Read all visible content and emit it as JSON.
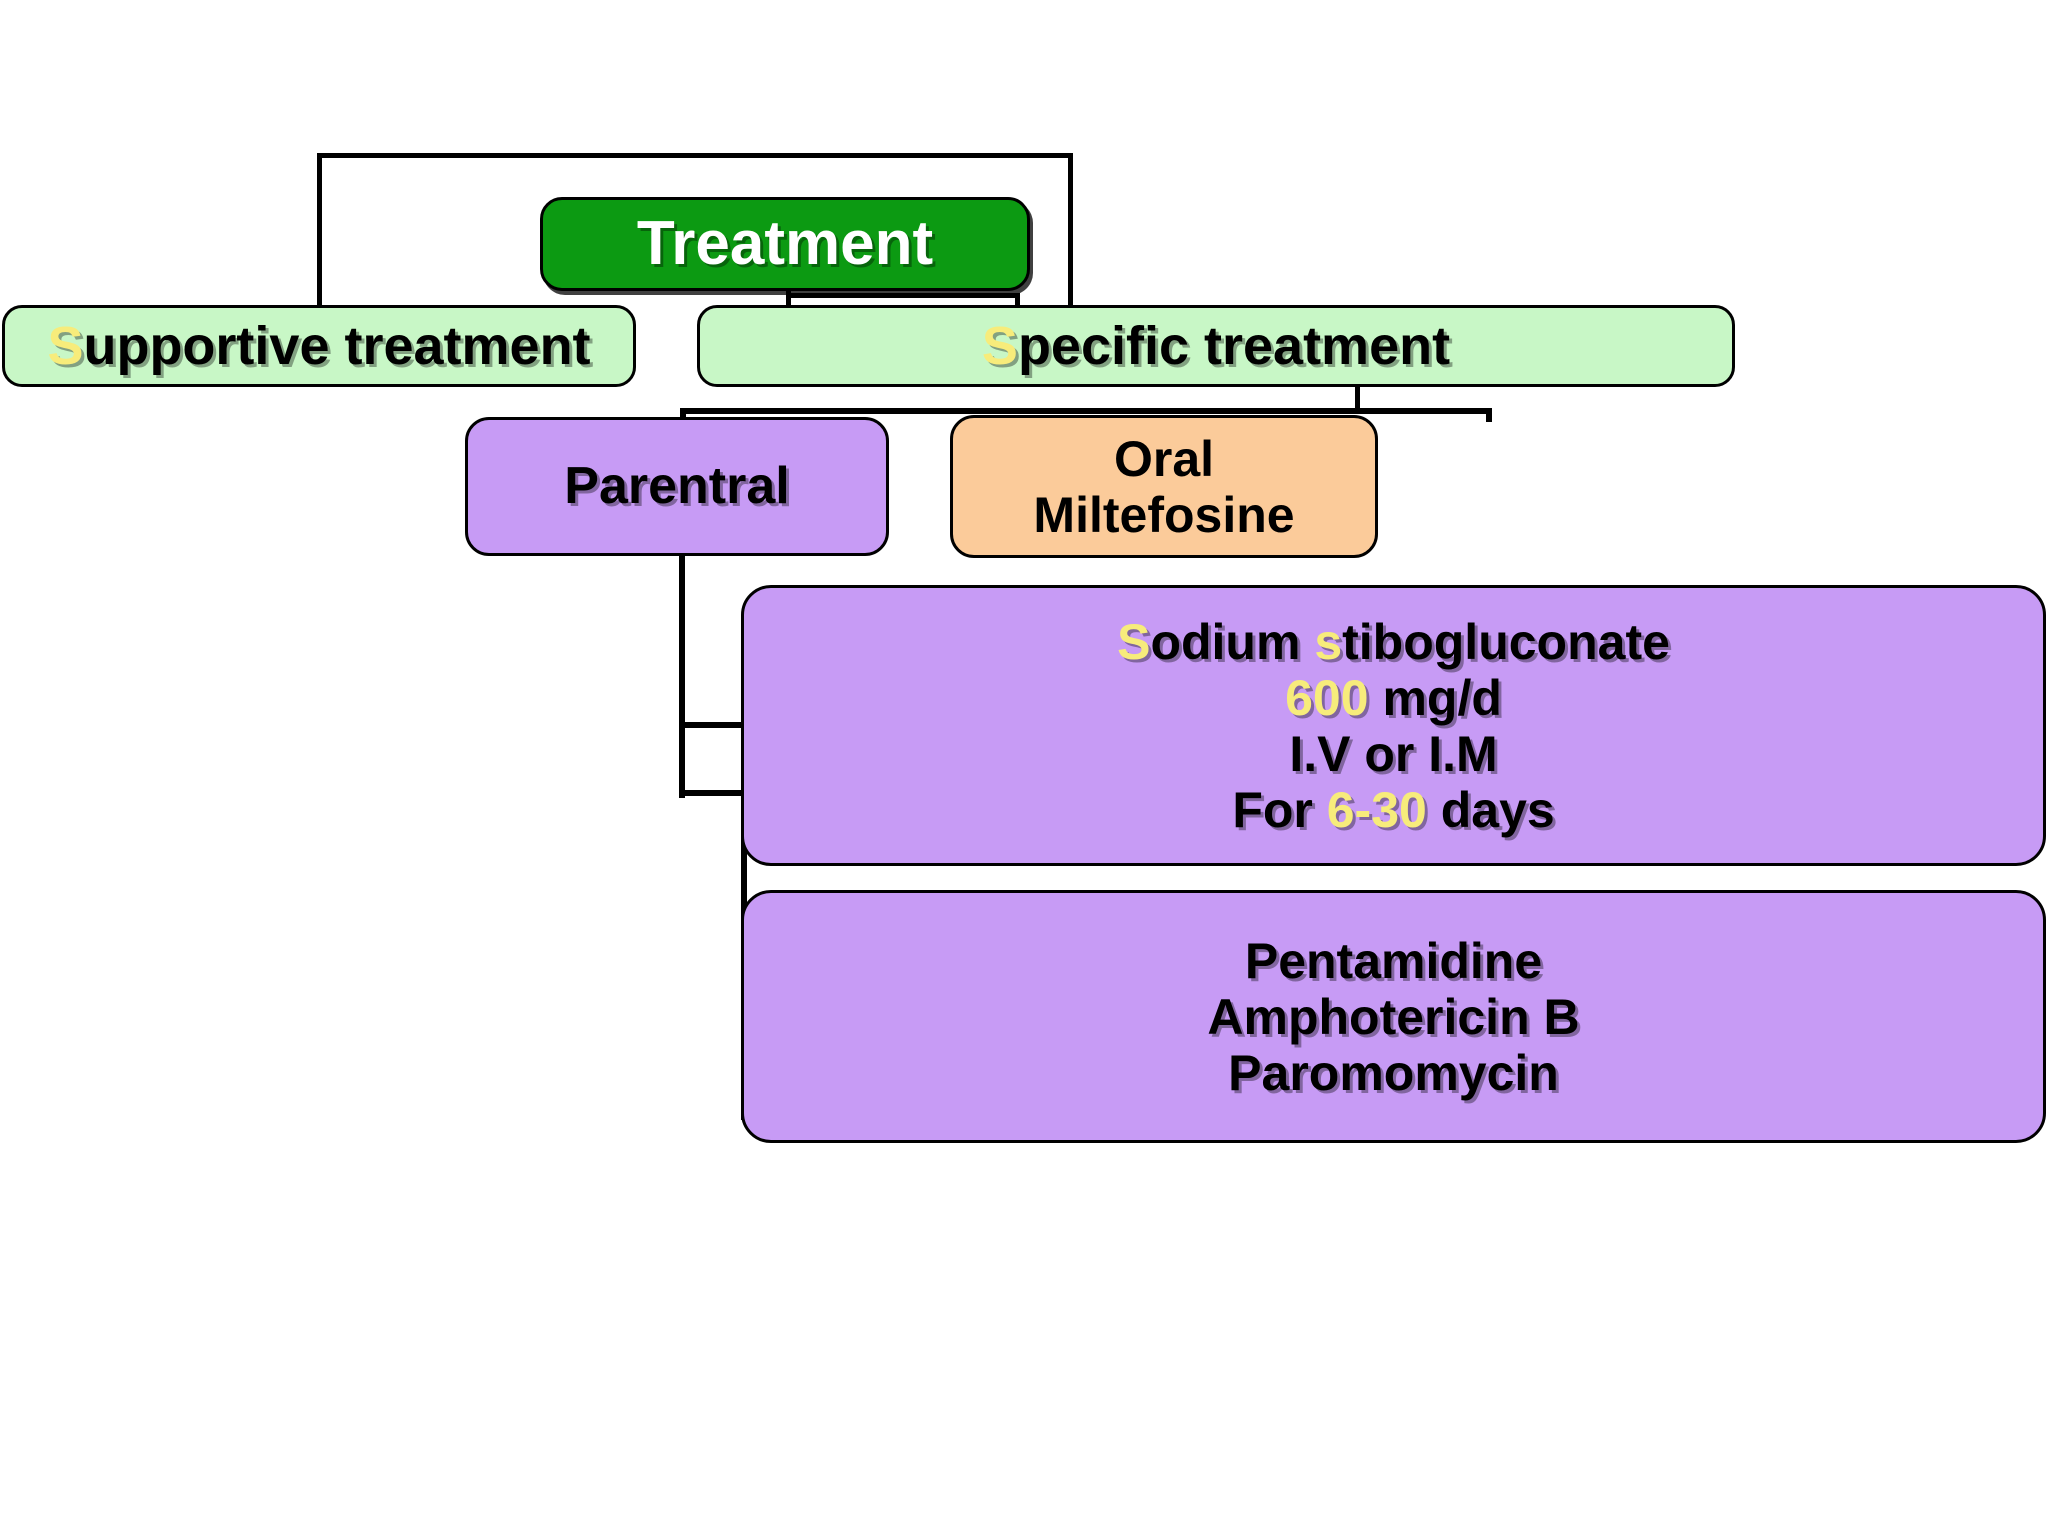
{
  "diagram": {
    "title": "Treatment",
    "colors": {
      "root_fill": "#0C9A12",
      "root_text": "#FFFFFF",
      "green_fill": "#C8F7C6",
      "purple_fill": "#C79BF5",
      "peach_fill": "#FBCB9A",
      "highlight_text": "#F7EC7B",
      "body_text": "#000000",
      "connector": "#000000",
      "background": "#FFFFFF"
    },
    "nodes": {
      "root": {
        "label": "Treatment"
      },
      "supportive": {
        "highlight": "S",
        "rest": "upportive treatment"
      },
      "specific": {
        "highlight": "S",
        "rest": "pecific treatment"
      },
      "parentral": {
        "label": "Parentral"
      },
      "oral": {
        "line1": "Oral",
        "line2": "Miltefosine"
      },
      "sodium": {
        "line1_pre_hl": "S",
        "line1_mid": "odium ",
        "line1_hl2": "s",
        "line1_post": "tibogluconate",
        "line2_hl": "600",
        "line2_rest": " mg/d",
        "line3": "I.V or I.M",
        "line4_pre": "For ",
        "line4_hl": "6-30",
        "line4_post": " days"
      },
      "pentamidine": {
        "line1": "Pentamidine",
        "line2": "Amphotericin B",
        "line3": "Paromomycin"
      }
    }
  }
}
